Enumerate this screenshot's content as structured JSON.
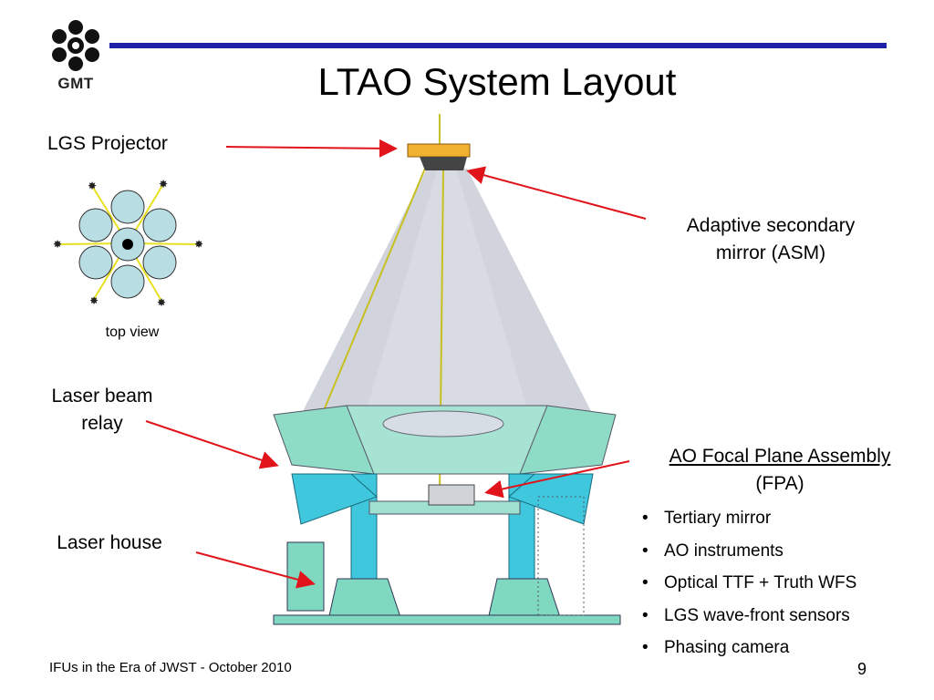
{
  "slide": {
    "logo_text": "GMT",
    "title": "LTAO System Layout",
    "page_number": "9",
    "footer": "IFUs in the Era of JWST - October 2010"
  },
  "labels": {
    "lgs_projector": "LGS Projector",
    "asm_line1": "Adaptive secondary",
    "asm_line2": "mirror (ASM)",
    "top_view": "top view",
    "laser_beam_line1": "Laser beam",
    "laser_beam_line2": "relay",
    "laser_house": "Laser house",
    "fpa_title": "AO Focal Plane Assembly",
    "fpa_abbrev": "(FPA)"
  },
  "fpa_items": [
    "Tertiary mirror",
    "AO instruments",
    "Optical TTF + Truth WFS",
    "LGS wave-front sensors",
    "Phasing camera"
  ],
  "colors": {
    "title_rule": "#1e22a8",
    "arrow": "#e0141a",
    "structure": "#7fd8c0",
    "pillar": "#3fc7de",
    "mirror_fill": "#b8dde2",
    "projector": "#f0b030",
    "laser": "#c8c020"
  }
}
